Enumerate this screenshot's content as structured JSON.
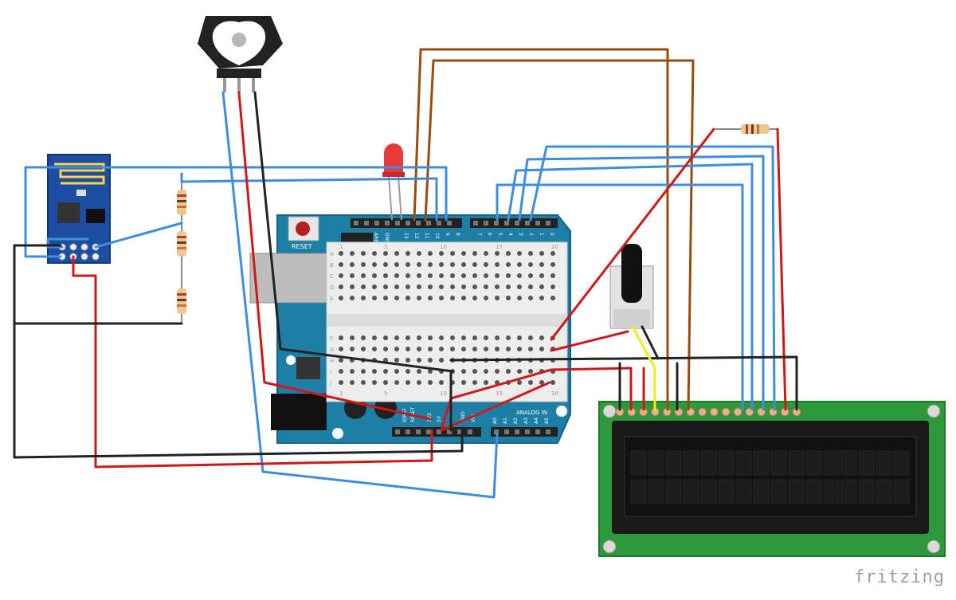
{
  "labels": {
    "reset": "RESET",
    "analog_in": "ANALOG IN",
    "ioref": "IOREF",
    "reset_pin": "RESET",
    "v33": "3V3",
    "v5": "5V",
    "gnd": "GND",
    "vin": "VIN",
    "aref": "AREF",
    "gnd_top": "GND",
    "watermark": "fritzing",
    "breadboard_cols": [
      "1",
      "5",
      "10",
      "15",
      "20"
    ],
    "breadboard_rows_top": [
      "A",
      "B",
      "C",
      "D",
      "E"
    ],
    "breadboard_rows_bottom": [
      "F",
      "G",
      "H",
      "I",
      "J"
    ],
    "digital_pins": [
      "13",
      "12",
      "11",
      "10",
      "9",
      "8",
      "7",
      "6",
      "5",
      "4",
      "3",
      "2",
      "1",
      "0"
    ],
    "analog_pins": [
      "A0",
      "A1",
      "A2",
      "A3",
      "A4",
      "A5"
    ]
  },
  "colors": {
    "arduino": "#1d7fa6",
    "arduino_dark": "#156282",
    "esp_board": "#1c4fa3",
    "lcd_pcb": "#2c9a3a",
    "lcd_bezel": "#1a1a1a",
    "lcd_screen": "#111111",
    "wire_blue": "#3d8ee0",
    "wire_red": "#d01818",
    "wire_black": "#222222",
    "wire_brown": "#9b4a0f",
    "wire_yellow": "#f2ee1b",
    "led_red": "#e83a3a"
  },
  "icons": [
    "wifi-antenna-icon",
    "pulse-sensor-heart-icon",
    "led-icon",
    "potentiometer-icon",
    "resistor-icon"
  ]
}
